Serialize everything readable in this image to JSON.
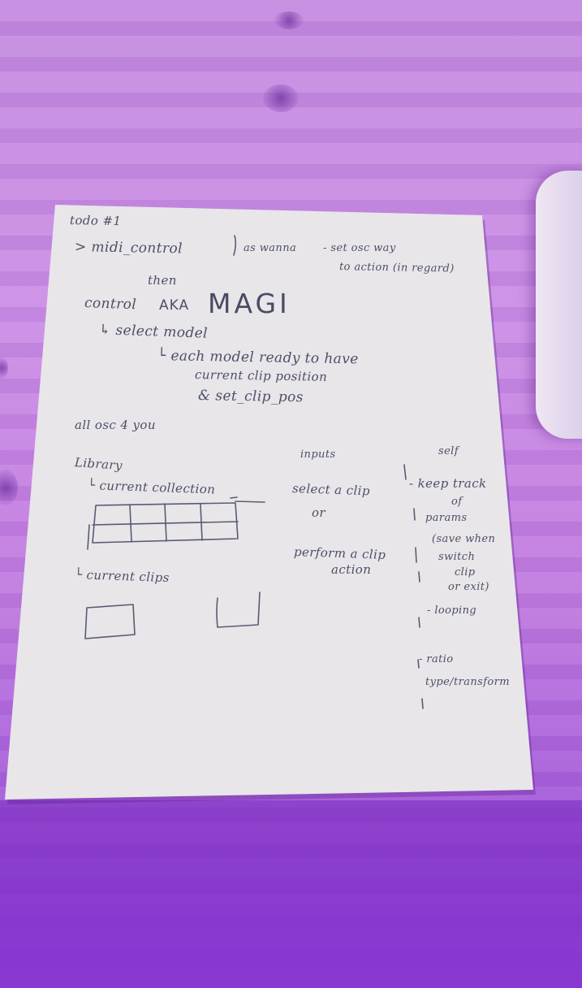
{
  "note": {
    "header": "todo #1",
    "lines": {
      "midi_control": "> midi_control",
      "as_wanna": "as wanna",
      "set_osc": "- set osc way",
      "to_action": "to action (in regard)",
      "then": "then",
      "control": "control",
      "aka": "AKA",
      "magi": "MAGI",
      "select_model": "↳ select model",
      "each_model": "└ each model ready to have",
      "current_clip_position": "current clip position",
      "set_clip_pos": "& set_clip_pos",
      "all_osc": "all osc 4 you",
      "library": "Library",
      "current_collection": "└ current collection",
      "current_clips": "└ current clips",
      "inputs": "inputs",
      "select_a_clip": "select a clip",
      "or": "or",
      "perform_a_clip": "perform a clip",
      "action": "action",
      "self": "self",
      "keep_track": "- keep track",
      "of": "of",
      "params": "params",
      "save_when": "(save when",
      "switch": "switch",
      "clip": "clip",
      "or_exit": "or exit)",
      "looping": "- looping",
      "ratio": "- ratio",
      "type_transform": "type/transform"
    }
  }
}
